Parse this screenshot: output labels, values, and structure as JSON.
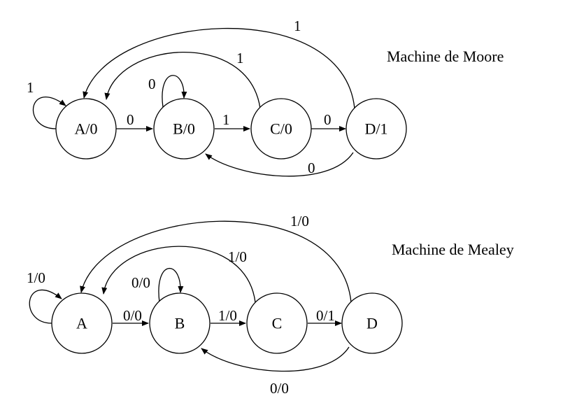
{
  "moore": {
    "title": "Machine de Moore",
    "states": {
      "a": "A/0",
      "b": "B/0",
      "c": "C/0",
      "d": "D/1"
    },
    "edges": {
      "a_self": "1",
      "a_b": "0",
      "b_self": "0",
      "b_c": "1",
      "c_d": "0",
      "c_a": "1",
      "d_a": "1",
      "d_b": "0"
    }
  },
  "mealey": {
    "title": "Machine de Mealey",
    "states": {
      "a": "A",
      "b": "B",
      "c": "C",
      "d": "D"
    },
    "edges": {
      "a_self": "1/0",
      "a_b": "0/0",
      "b_self": "0/0",
      "b_c": "1/0",
      "c_d": "0/1",
      "c_a": "1/0",
      "d_a": "1/0",
      "d_b": "0/0"
    }
  }
}
